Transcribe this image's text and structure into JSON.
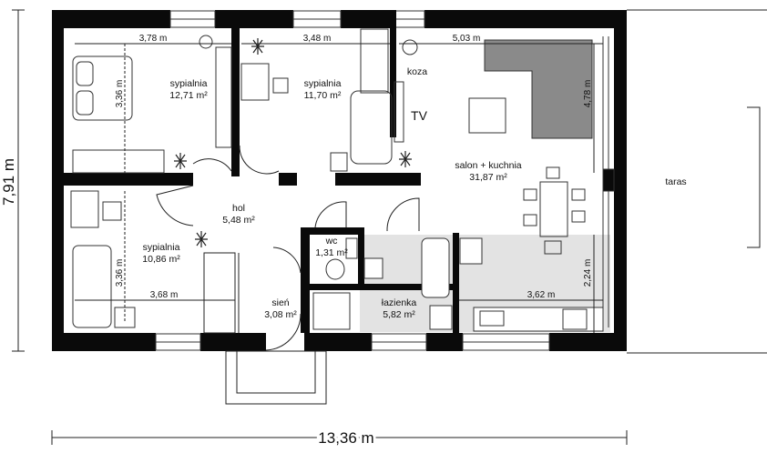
{
  "colors": {
    "wall": "#0a0a0a",
    "floor": "#ffffff",
    "wet_floor": "#e3e3e3",
    "sofa": "#8a8a8a",
    "line": "#222222"
  },
  "rooms": {
    "bedroom1": {
      "name": "sypialnia",
      "area": "12,71 m²"
    },
    "bedroom2": {
      "name": "sypialnia",
      "area": "11,70 m²"
    },
    "living": {
      "name": "salon + kuchnia",
      "area": "31,87 m²"
    },
    "hall": {
      "name": "hol",
      "area": "5,48 m²"
    },
    "wc": {
      "name": "wc",
      "area": "1,31 m²"
    },
    "bedroom3": {
      "name": "sypialnia",
      "area": "10,86 m²"
    },
    "entry": {
      "name": "sień",
      "area": "3,08 m²"
    },
    "bathroom": {
      "name": "łazienka",
      "area": "5,82 m²"
    },
    "terrace": {
      "name": "taras"
    }
  },
  "labels": {
    "stove": "koza",
    "tv": "TV"
  },
  "dimensions": {
    "b1_width": "3,78 m",
    "b2_width": "3,48 m",
    "living_width": "5,03 m",
    "b1_depth": "3,36 m",
    "living_depth": "4,78 m",
    "b3_depth": "3,36 m",
    "b3_width": "3,68 m",
    "kitchen_width": "3,62 m",
    "kitchen_depth": "2,24 m",
    "total_depth": "7,91 m",
    "total_width": "13,36 m"
  }
}
